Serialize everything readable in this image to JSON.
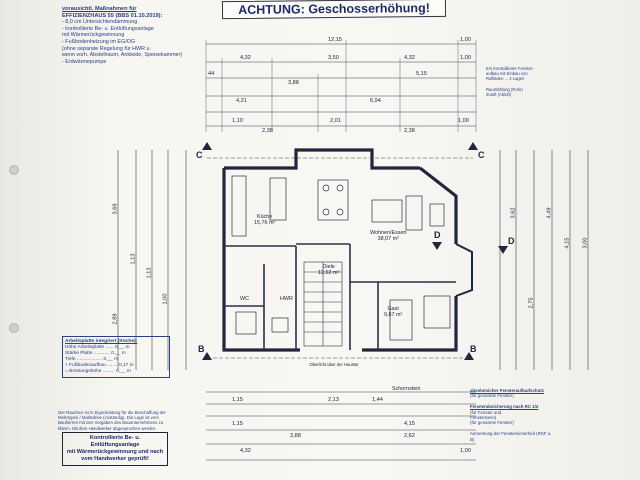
{
  "warning_title": "ACHTUNG: Geschosserhöhung!",
  "notes": {
    "heading": "vorausichtl. Maßnahmen für",
    "heading2": "EFFIZIENZHAUS 55 (BBS 01.10.2019):",
    "items": [
      "- 8,0 cm Untersichtendämmung",
      "- kontrollierte Be- u. Entlüftungsanlage",
      "  mit Wärmerückgewinnung",
      "- Fußbodenheizung im EG/OG",
      "  (ohne separate Regelung für HWR u.",
      "  wenn vorh. Abstellraum, Ankleide, Speisekammer)",
      "- Erdwärmepumpe"
    ]
  },
  "rooms": {
    "kueche": {
      "name": "Küche",
      "area": "15,76 m²"
    },
    "wohnen": {
      "name": "Wohnen/Essen",
      "area": "38,07 m²"
    },
    "diele": {
      "name": "Diele",
      "area": "12,62 m²"
    },
    "gast": {
      "name": "Gast",
      "area": "9,67 m²"
    },
    "hwr": {
      "name": "HWR",
      "area": ""
    },
    "wc": {
      "name": "WC",
      "area": ""
    }
  },
  "dims_top": [
    "12,15",
    "1,00",
    "4,32",
    "3,50",
    "4,32",
    "1,00",
    "44",
    "5,15",
    "3,88",
    "4,21",
    "6,94",
    "1,10",
    "2,01",
    "2,38",
    "2,38",
    "1,00"
  ],
  "dims_bottom": [
    "1,15",
    "1,15",
    "3,88",
    "4,32",
    "4,15",
    "1,00",
    "2,62",
    "2,13",
    "1,44"
  ],
  "dims_left": [
    "3,69",
    "1,13",
    "1,13",
    "1,00",
    "2,89"
  ],
  "dims_right": [
    "3,62",
    "4,49",
    "4,15",
    "2,75",
    "3,00"
  ],
  "section_marks": [
    "C",
    "C",
    "B",
    "B",
    "D",
    "D"
  ],
  "counter_legend": {
    "title": "Arbeitsplatte integriert (Küche):",
    "rows": [
      "Höhe Arbeitsplatte ...... 0,__ m",
      "Stärke Platte ............ 0,__ m",
      "Tiefe ................... 0,__ m",
      "+ Fußbodenaufbau ........ 0,17 m",
      "= Brüstungshöhe ......... 0,__ m"
    ]
  },
  "small_note": "Der Rauchen ist in Eigenleistung für die Beschaffung der Mehrtypen / Marktdrive (zuständig). Die Lage ist vom Bauherren mit den Vorgaben des Bauunternehmens zu klären. Mit dem Handwerker abgesprochen werden.",
  "bottom_box": [
    "Kontrollierte Be- u. Entlüftungsanlage",
    "mit Wärmerückgewinnung und nach",
    "vom Handwerker geprüft!"
  ],
  "schornstein_label": "Schornstein",
  "eg_label": "Oberlicht über der Haustür",
  "right_notes": [
    "Ein Kontrollierter Fenster-",
    "aufbau mit Einbau von",
    "Rollläden ... 2 Lagen",
    "",
    "Raumlüftung (Rohr)",
    "Zuluft (Abluft)"
  ],
  "right_notes2": {
    "title": "absolutsicher Fensterauflaufschutz",
    "lines": [
      "(für genannte Fenster)",
      "",
      "Fensterabsicherung nach RC 1/2",
      "(für Fenster und",
      "Fenstertüren)",
      "(für genannte Fenster)",
      "",
      "Anmerkung der Fenstersicherheit (RSF u. B)"
    ]
  }
}
